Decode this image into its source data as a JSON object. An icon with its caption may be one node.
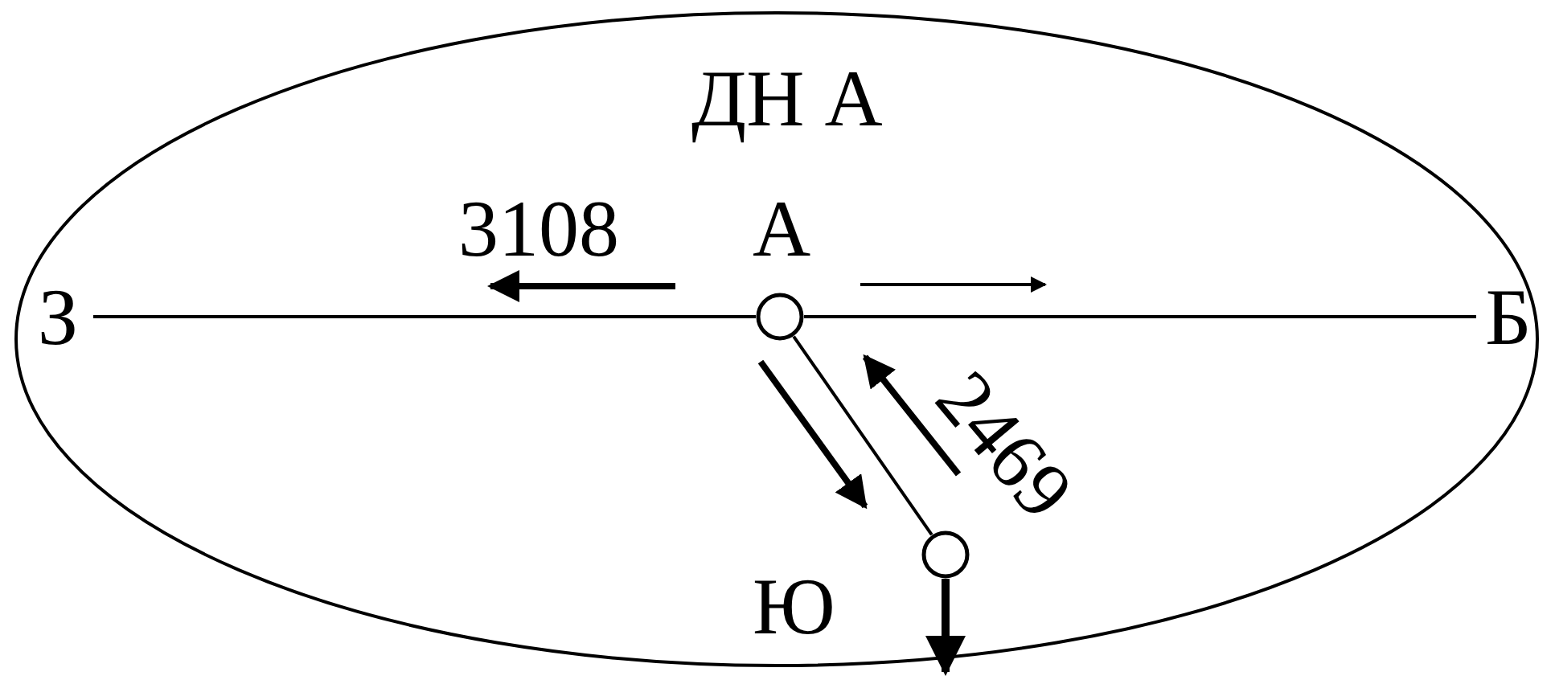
{
  "diagram": {
    "nodes": [
      {
        "text": [
          "ДН А"
        ]
      },
      {
        "text": [
          "З"
        ],
        "in": 0
      },
      {
        "text": [
          "Б"
        ],
        "in": 0
      },
      {
        "text": [],
        "shape": "circle",
        "beside": [
          "А"
        ],
        "in": 0
      },
      {
        "text": [],
        "shape": "circle",
        "beside": [
          "Ю"
        ],
        "in": 0
      }
    ],
    "edges": [
      {
        "from": 1,
        "to": 3,
        "arrow": "none"
      },
      {
        "from": 3,
        "to": 2,
        "arrow": "none"
      },
      {
        "from": 3,
        "to": 4,
        "arrow": "none"
      },
      {
        "from": 4,
        "to": null,
        "arrow": "to",
        "style": "thick"
      }
    ],
    "labels": [
      "3108",
      "2469"
    ]
  }
}
